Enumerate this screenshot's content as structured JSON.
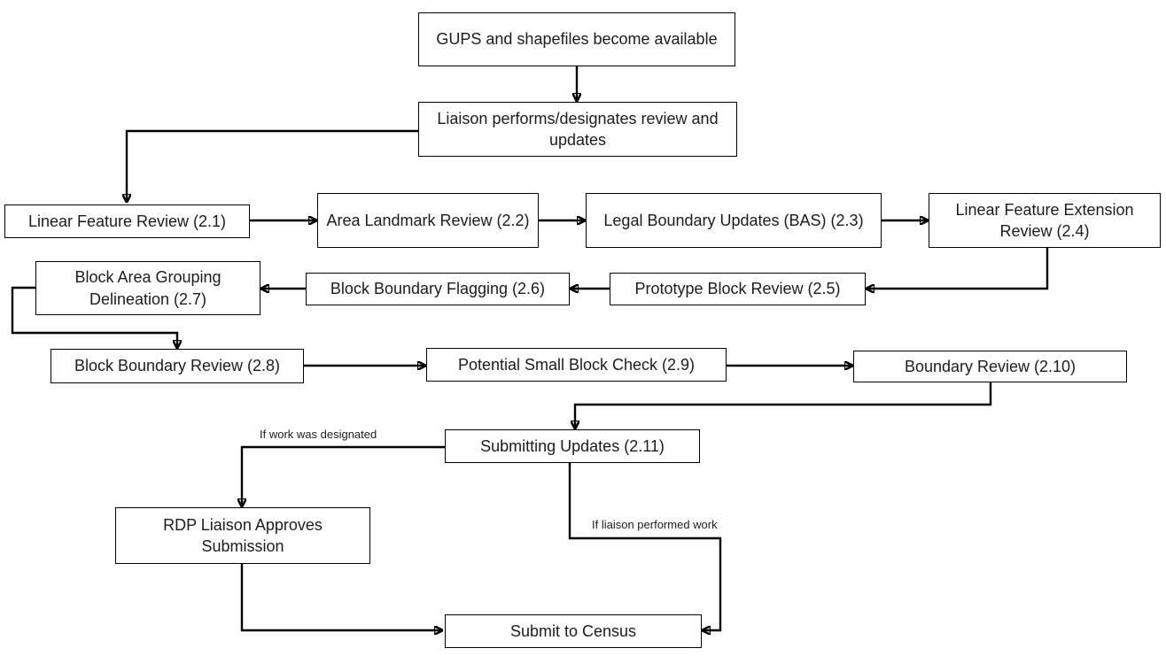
{
  "diagram": {
    "nodes": [
      {
        "id": "gups-available",
        "label": "GUPS and shapefiles become available"
      },
      {
        "id": "liaison-review",
        "label": "Liaison performs/designates review and updates"
      },
      {
        "id": "linear-feature-review",
        "label": "Linear Feature Review (2.1)"
      },
      {
        "id": "area-landmark-review",
        "label": "Area Landmark Review (2.2)"
      },
      {
        "id": "legal-boundary-updates",
        "label": "Legal Boundary Updates (BAS) (2.3)"
      },
      {
        "id": "linear-feature-ext",
        "label": "Linear Feature Extension Review (2.4)"
      },
      {
        "id": "prototype-block-review",
        "label": "Prototype Block Review (2.5)"
      },
      {
        "id": "block-boundary-flag",
        "label": "Block Boundary Flagging (2.6)"
      },
      {
        "id": "block-area-grouping",
        "label": "Block Area Grouping Delineation (2.7)"
      },
      {
        "id": "block-boundary-review",
        "label": "Block Boundary Review (2.8)"
      },
      {
        "id": "potential-small-block",
        "label": "Potential Small Block Check (2.9)"
      },
      {
        "id": "boundary-review",
        "label": "Boundary Review (2.10)"
      },
      {
        "id": "submitting-updates",
        "label": "Submitting Updates (2.11)"
      },
      {
        "id": "rdp-liaison-approves",
        "label": "RDP Liaison Approves Submission"
      },
      {
        "id": "submit-to-census",
        "label": "Submit to Census"
      }
    ],
    "edge_labels": [
      {
        "id": "work-designated",
        "label": "If work was designated"
      },
      {
        "id": "liaison-performed",
        "label": "If liaison performed work"
      }
    ],
    "colors": {
      "background": "#ffffff",
      "box_fill": "#ffffff",
      "box_border": "#000000",
      "line": "#000000",
      "text": "#1c1c1c"
    }
  }
}
